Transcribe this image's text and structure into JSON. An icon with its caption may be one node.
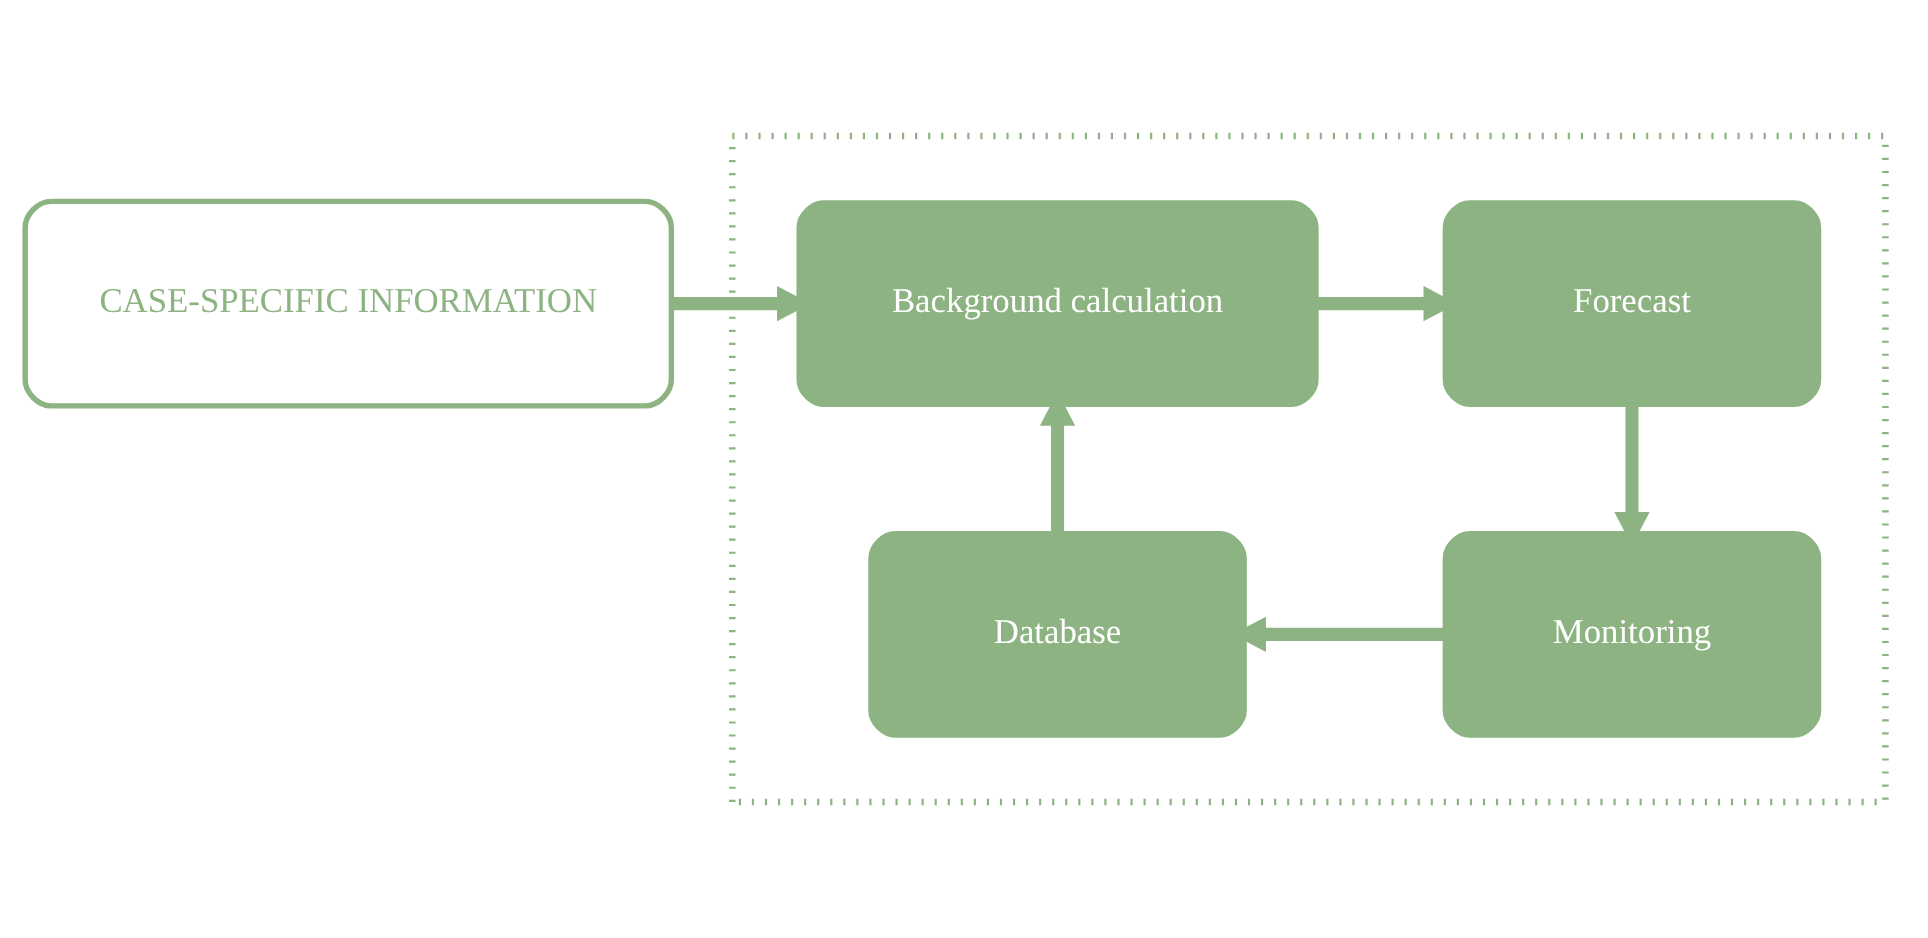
{
  "diagram": {
    "nodes": [
      {
        "text": [
          "CASE-SPECIFIC INFORMATION"
        ]
      },
      {
        "text": [],
        "shape": "box"
      },
      {
        "text": [
          "Background calculation"
        ],
        "in": 1
      },
      {
        "text": [
          "Forecast"
        ],
        "in": 1
      },
      {
        "text": [
          "Monitoring"
        ],
        "in": 1
      },
      {
        "text": [
          "Database"
        ],
        "in": 1
      }
    ],
    "edges": [
      {
        "from": 0,
        "to": 2,
        "arrow": "to"
      },
      {
        "from": 2,
        "to": 3,
        "arrow": "to"
      },
      {
        "from": 3,
        "to": 4,
        "arrow": "to"
      },
      {
        "from": 4,
        "to": 5,
        "arrow": "to"
      },
      {
        "from": 5,
        "to": 2,
        "arrow": "to"
      }
    ]
  }
}
